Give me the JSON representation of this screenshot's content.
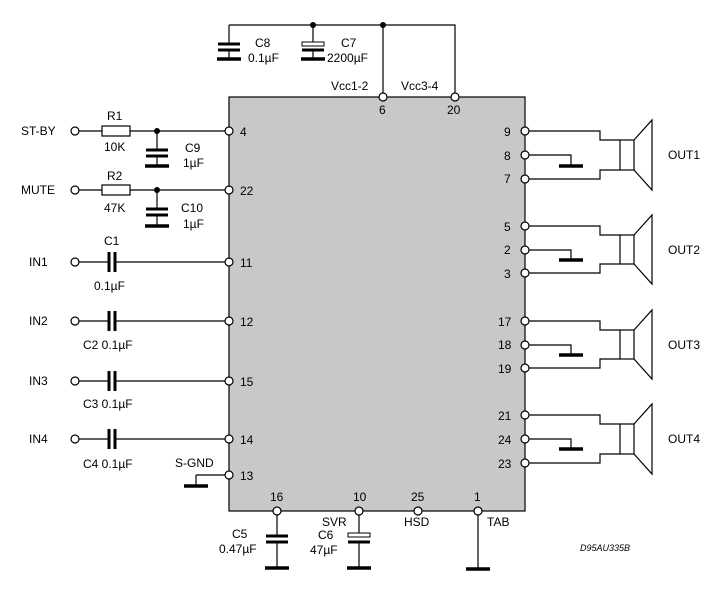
{
  "ic": {
    "pins": {
      "p4": "4",
      "p22": "22",
      "p11": "11",
      "p12": "12",
      "p15": "15",
      "p14": "14",
      "p13": "13",
      "p6": "6",
      "p20": "20",
      "p9": "9",
      "p8": "8",
      "p7": "7",
      "p5": "5",
      "p2": "2",
      "p3": "3",
      "p17": "17",
      "p18": "18",
      "p19": "19",
      "p21": "21",
      "p24": "24",
      "p23": "23",
      "p16": "16",
      "p10": "10",
      "p25": "25",
      "p1": "1"
    },
    "vcc12": "Vcc1-2",
    "vcc34": "Vcc3-4",
    "svr": "SVR",
    "hsd": "HSD",
    "tab": "TAB"
  },
  "inputs": {
    "stby": "ST-BY",
    "mute": "MUTE",
    "in1": "IN1",
    "in2": "IN2",
    "in3": "IN3",
    "in4": "IN4",
    "sgnd": "S-GND"
  },
  "components": {
    "r1_name": "R1",
    "r1_value": "10K",
    "r2_name": "R2",
    "r2_value": "47K",
    "c9_name": "C9",
    "c9_value": "1µF",
    "c10_name": "C10",
    "c10_value": "1µF",
    "c1_name": "C1",
    "c1_value": "0.1µF",
    "c2_label": "C2 0.1µF",
    "c3_label": "C3 0.1µF",
    "c4_label": "C4 0.1µF",
    "c8_name": "C8",
    "c8_value": "0.1µF",
    "c7_name": "C7",
    "c7_value": "2200µF",
    "c5_name": "C5",
    "c5_value": "0.47µF",
    "c6_name": "C6",
    "c6_value": "47µF"
  },
  "outputs": {
    "out1": "OUT1",
    "out2": "OUT2",
    "out3": "OUT3",
    "out4": "OUT4"
  },
  "reference": "D95AU335B",
  "colors": {
    "ic_fill": "#c8c8c8",
    "line": "#000000",
    "background": "#ffffff"
  }
}
